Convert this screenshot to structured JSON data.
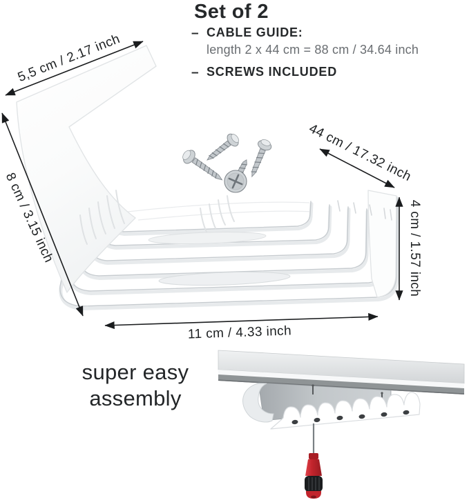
{
  "header": {
    "title": "Set of 2",
    "bullets": [
      {
        "dash": "–",
        "label": "CABLE GUIDE:",
        "detail": "length 2 x 44 cm = 88 cm / 34.64 inch"
      },
      {
        "dash": "–",
        "label": "SCREWS INCLUDED",
        "detail": ""
      }
    ]
  },
  "dimensions": {
    "lip": "5,5 cm / 2.17 inch",
    "side": "8 cm / 3.15 inch",
    "length": "44 cm / 17.32 inch",
    "height": "4 cm / 1.57 inch",
    "base": "11 cm / 4.33 inch"
  },
  "caption": {
    "line1": "super easy",
    "line2": "assembly"
  },
  "illustrations": {
    "product": "white-cable-guide-render",
    "hardware": "four-mounting-screws",
    "assembly": "cable-guide-mounted-under-desk-with-screwdriver"
  },
  "colors": {
    "background": "#ffffff",
    "text": "#26292b",
    "muted_text": "#696d71",
    "arrow": "#1a1c1e",
    "product_outline": "#c6cbcf",
    "desk_gray": "#9aa0a4",
    "screwdriver_red": "#c2242c",
    "screwdriver_grip": "#1b1d1f"
  }
}
